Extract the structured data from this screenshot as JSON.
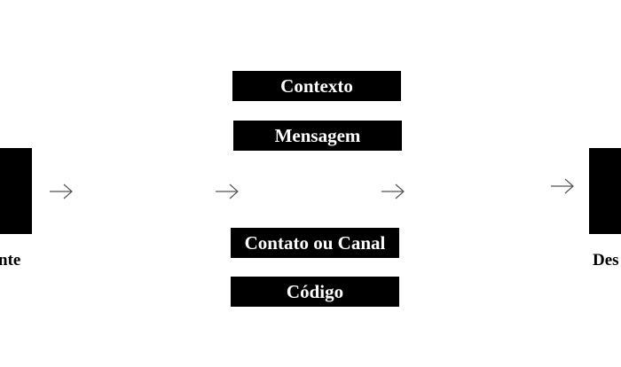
{
  "diagram": {
    "sender": {
      "label_visible": "nte"
    },
    "receiver": {
      "label_visible": "Des"
    },
    "center_boxes": {
      "context": "Contexto",
      "message": "Mensagem",
      "contact": "Contato ou Canal",
      "code": "Código"
    },
    "arrow_icon": "right-arrow-icon",
    "colors": {
      "box_fill": "#000000",
      "box_text": "#ffffff",
      "background": "#ffffff",
      "arrow": "#555555"
    }
  }
}
